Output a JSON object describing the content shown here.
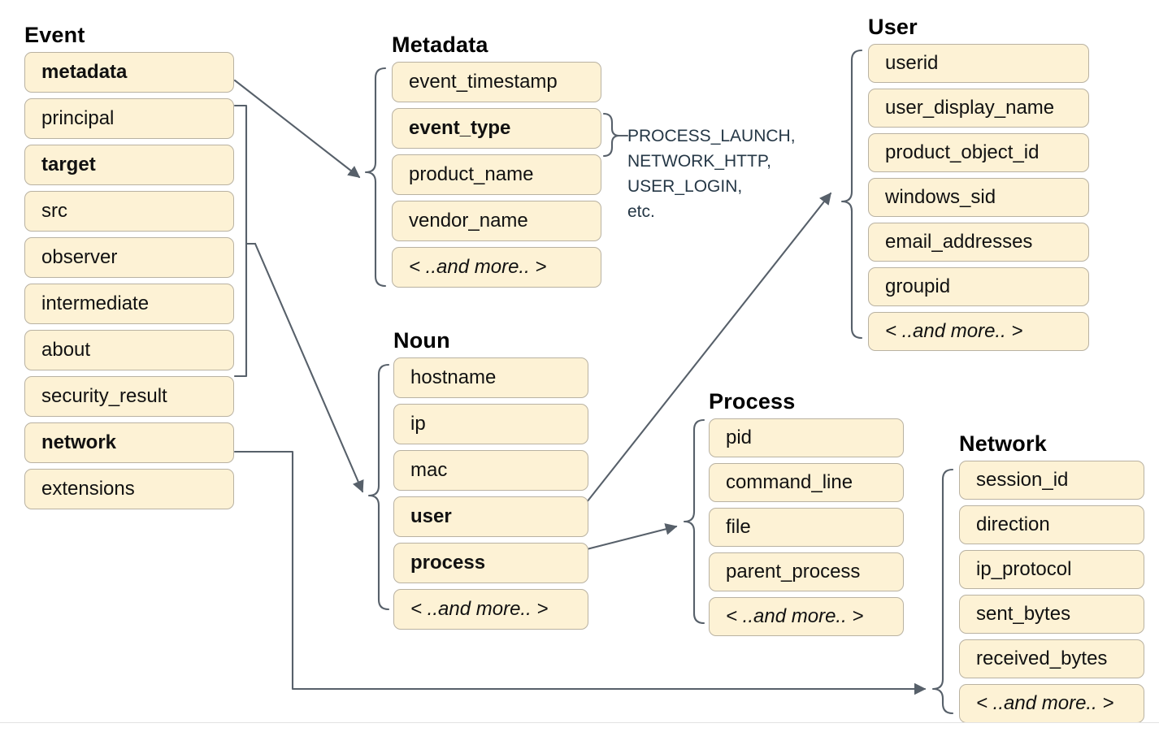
{
  "diagram": {
    "title_hidden": "",
    "groups": [
      {
        "key": "event",
        "title": "Event",
        "fields": [
          {
            "label": "metadata",
            "style": "bold"
          },
          {
            "label": "principal",
            "style": "normal"
          },
          {
            "label": "target",
            "style": "bold"
          },
          {
            "label": "src",
            "style": "normal"
          },
          {
            "label": "observer",
            "style": "normal"
          },
          {
            "label": "intermediate",
            "style": "normal"
          },
          {
            "label": "about",
            "style": "normal"
          },
          {
            "label": "security_result",
            "style": "normal"
          },
          {
            "label": "network",
            "style": "bold"
          },
          {
            "label": "extensions",
            "style": "normal"
          }
        ]
      },
      {
        "key": "metadata",
        "title": "Metadata",
        "fields": [
          {
            "label": "event_timestamp",
            "style": "normal"
          },
          {
            "label": "event_type",
            "style": "bold"
          },
          {
            "label": "product_name",
            "style": "normal"
          },
          {
            "label": "vendor_name",
            "style": "normal"
          },
          {
            "label": "< ..and more.. >",
            "style": "more"
          }
        ]
      },
      {
        "key": "user",
        "title": "User",
        "fields": [
          {
            "label": "userid",
            "style": "normal"
          },
          {
            "label": "user_display_name",
            "style": "normal"
          },
          {
            "label": "product_object_id",
            "style": "normal"
          },
          {
            "label": "windows_sid",
            "style": "normal"
          },
          {
            "label": "email_addresses",
            "style": "normal"
          },
          {
            "label": "groupid",
            "style": "normal"
          },
          {
            "label": "< ..and more.. >",
            "style": "more"
          }
        ]
      },
      {
        "key": "noun",
        "title": "Noun",
        "fields": [
          {
            "label": "hostname",
            "style": "normal"
          },
          {
            "label": "ip",
            "style": "normal"
          },
          {
            "label": "mac",
            "style": "normal"
          },
          {
            "label": "user",
            "style": "bold"
          },
          {
            "label": "process",
            "style": "bold"
          },
          {
            "label": "< ..and more.. >",
            "style": "more"
          }
        ]
      },
      {
        "key": "process",
        "title": "Process",
        "fields": [
          {
            "label": "pid",
            "style": "normal"
          },
          {
            "label": "command_line",
            "style": "normal"
          },
          {
            "label": "file",
            "style": "normal"
          },
          {
            "label": "parent_process",
            "style": "normal"
          },
          {
            "label": "< ..and more.. >",
            "style": "more"
          }
        ]
      },
      {
        "key": "network",
        "title": "Network",
        "fields": [
          {
            "label": "session_id",
            "style": "normal"
          },
          {
            "label": "direction",
            "style": "normal"
          },
          {
            "label": "ip_protocol",
            "style": "normal"
          },
          {
            "label": "sent_bytes",
            "style": "normal"
          },
          {
            "label": "received_bytes",
            "style": "normal"
          },
          {
            "label": "< ..and more.. >",
            "style": "more"
          }
        ]
      }
    ],
    "annotations": [
      {
        "key": "event_type_examples",
        "text": "PROCESS_LAUNCH,\nNETWORK_HTTP,\nUSER_LOGIN,\netc."
      }
    ],
    "colors": {
      "field_fill": "#fdf2d5",
      "field_border": "#b9b2a2",
      "connector": "#57606a",
      "annotation_text": "#253746",
      "title_text": "#000000",
      "background": "#ffffff"
    }
  }
}
